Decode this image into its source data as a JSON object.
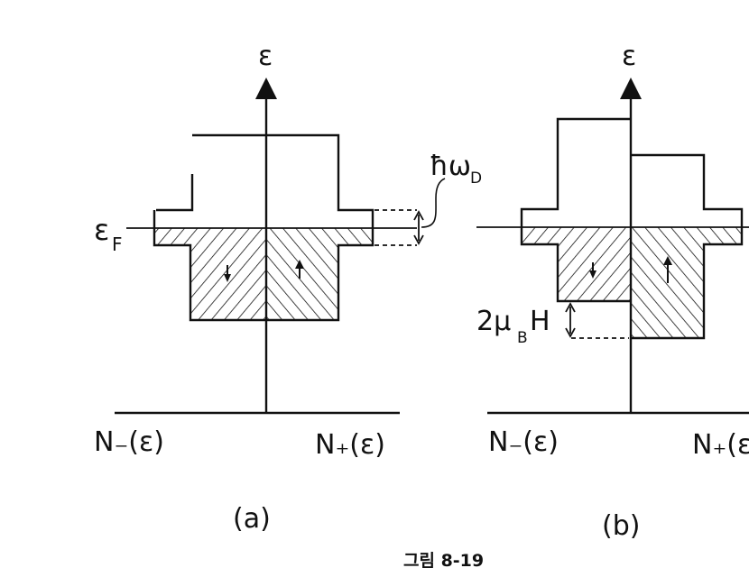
{
  "figure": {
    "caption": "그림 8-19",
    "panels": [
      {
        "id": "a",
        "label": "(a)",
        "axis_label": "ε",
        "x_left_label": "N₋(ε)",
        "x_right_label": "N₊(ε)",
        "fermi_label": "ε",
        "fermi_sub": "F",
        "debye_label": "ħω",
        "debye_sub": "D",
        "spin_down": "↓",
        "spin_up": "↑"
      },
      {
        "id": "b",
        "label": "(b)",
        "axis_label": "ε",
        "x_left_label": "N₋(ε)",
        "x_right_label": "N₊(ε)",
        "zeeman_label": "2μ",
        "zeeman_sub": "B",
        "zeeman_tail": "H",
        "spin_down": "↓",
        "spin_up": "↑"
      }
    ]
  }
}
